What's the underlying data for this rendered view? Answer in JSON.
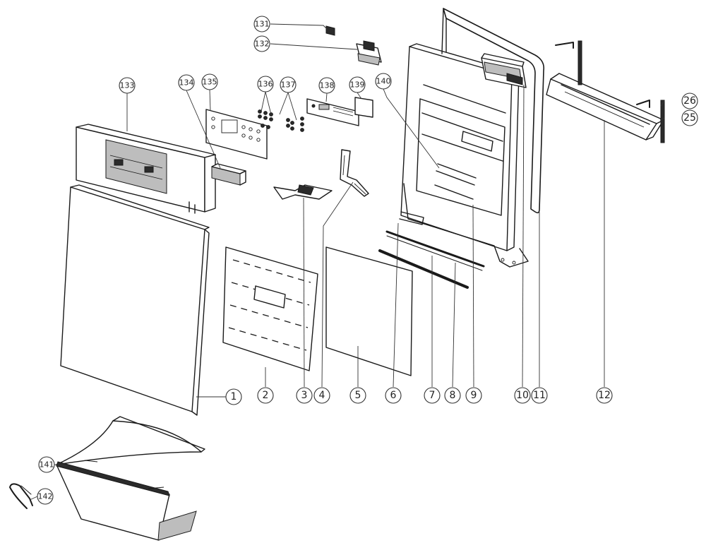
{
  "callouts": [
    {
      "id": "c131",
      "label": "131"
    },
    {
      "id": "c132",
      "label": "132"
    },
    {
      "id": "c133",
      "label": "133"
    },
    {
      "id": "c134",
      "label": "134"
    },
    {
      "id": "c135",
      "label": "135"
    },
    {
      "id": "c136",
      "label": "136"
    },
    {
      "id": "c137",
      "label": "137"
    },
    {
      "id": "c138",
      "label": "138"
    },
    {
      "id": "c139",
      "label": "139"
    },
    {
      "id": "c140",
      "label": "140"
    },
    {
      "id": "c26",
      "label": "26"
    },
    {
      "id": "c25",
      "label": "25"
    },
    {
      "id": "c1",
      "label": "1"
    },
    {
      "id": "c2",
      "label": "2"
    },
    {
      "id": "c3",
      "label": "3"
    },
    {
      "id": "c4",
      "label": "4"
    },
    {
      "id": "c5",
      "label": "5"
    },
    {
      "id": "c6",
      "label": "6"
    },
    {
      "id": "c7",
      "label": "7"
    },
    {
      "id": "c8",
      "label": "8"
    },
    {
      "id": "c9",
      "label": "9"
    },
    {
      "id": "c10",
      "label": "10"
    },
    {
      "id": "c11",
      "label": "11"
    },
    {
      "id": "c12",
      "label": "12"
    },
    {
      "id": "c141",
      "label": "141"
    },
    {
      "id": "c142",
      "label": "142"
    }
  ]
}
